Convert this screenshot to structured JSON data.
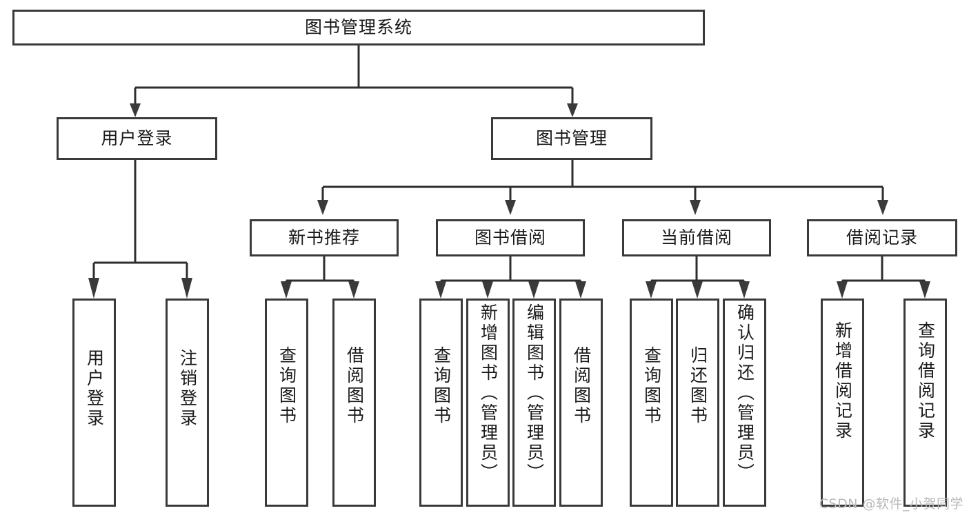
{
  "diagram": {
    "title": "图书管理系统",
    "type": "tree-hierarchy-diagram",
    "colors": {
      "box_border": "#3a3a3a",
      "box_fill": "#ffffff",
      "connector": "#2e2e2e",
      "text": "#1a1a1a",
      "watermark": "#b9b9b9"
    },
    "root": {
      "id": "root",
      "label": "图书管理系统",
      "orientation": "horizontal"
    },
    "level2": [
      {
        "id": "user-login",
        "label": "用户登录",
        "orientation": "horizontal"
      },
      {
        "id": "book-manage",
        "label": "图书管理",
        "orientation": "horizontal"
      }
    ],
    "level3": [
      {
        "id": "new-book-recommend",
        "label": "新书推荐",
        "orientation": "horizontal"
      },
      {
        "id": "book-borrow",
        "label": "图书借阅",
        "orientation": "horizontal"
      },
      {
        "id": "current-borrow",
        "label": "当前借阅",
        "orientation": "horizontal"
      },
      {
        "id": "borrow-record",
        "label": "借阅记录",
        "orientation": "horizontal"
      }
    ],
    "leaves": {
      "user_login": [
        {
          "id": "leaf-user-login",
          "label": "用户登录"
        },
        {
          "id": "leaf-logout-login",
          "label": "注销登录"
        }
      ],
      "new_book_recommend": [
        {
          "id": "leaf-query-book-1",
          "label": "查询图书"
        },
        {
          "id": "leaf-borrow-book-1",
          "label": "借阅图书"
        }
      ],
      "book_borrow": [
        {
          "id": "leaf-query-book-2",
          "label": "查询图书"
        },
        {
          "id": "leaf-add-book",
          "label": "新增图书（管理员）"
        },
        {
          "id": "leaf-edit-book",
          "label": "编辑图书（管理员）"
        },
        {
          "id": "leaf-borrow-book-2",
          "label": "借阅图书"
        }
      ],
      "current_borrow": [
        {
          "id": "leaf-query-book-3",
          "label": "查询图书"
        },
        {
          "id": "leaf-return-book",
          "label": "归还图书"
        },
        {
          "id": "leaf-confirm-return",
          "label": "确认归还（管理员）"
        }
      ],
      "borrow_record": [
        {
          "id": "leaf-add-record",
          "label": "新增借阅记录"
        },
        {
          "id": "leaf-query-record",
          "label": "查询借阅记录"
        }
      ]
    }
  },
  "watermark": {
    "text": "CSDN @软件_小贺同学"
  }
}
